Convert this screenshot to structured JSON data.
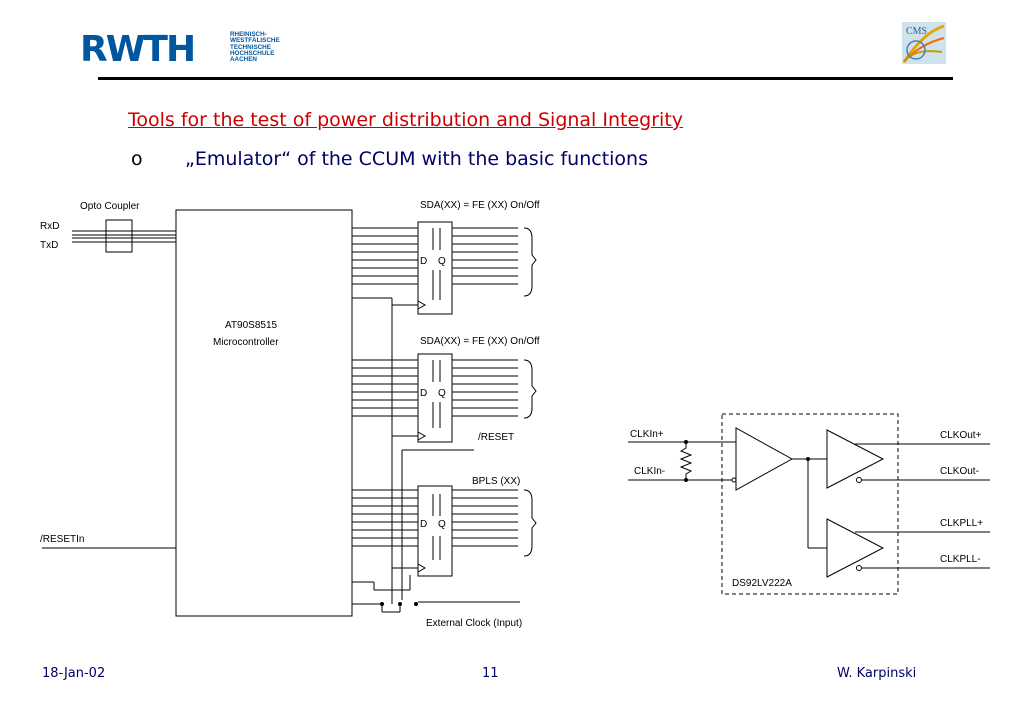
{
  "header": {
    "logo_letters": "RWTH",
    "logo_sub_lines": [
      "RHEINISCH-",
      "WESTFÄLISCHE",
      "TECHNISCHE",
      "HOCHSCHULE",
      "AACHEN"
    ],
    "cms_logo_text": "CMS"
  },
  "slide": {
    "title": "Tools for the test of power distribution and Signal Integrity",
    "bullet_marker": "o",
    "bullet_text": "„Emulator“ of the CCUM with the basic functions"
  },
  "diagram": {
    "opto_coupler": "Opto Coupler",
    "rxd": "RxD",
    "txd": "TxD",
    "mcu_line1": "AT90S8515",
    "mcu_line2": "Microcontroller",
    "reset_in": "/RESETIn",
    "sda_label_1": "SDA(XX) = FE (XX) On/Off",
    "sda_label_2": "SDA(XX) = FE (XX) On/Off",
    "reset_label": "/RESET",
    "bpls_label": "BPLS (XX)",
    "ext_clock": "External Clock (Input)",
    "d": "D",
    "q": "Q",
    "clkin_p": "CLKIn+",
    "clkin_n": "CLKIn-",
    "clkout_p": "CLKOut+",
    "clkout_n": "CLKOut-",
    "clkpll_p": "CLKPLL+",
    "clkpll_n": "CLKPLL-",
    "chip_name": "DS92LV222A"
  },
  "footer": {
    "date": "18-Jan-02",
    "page": "11",
    "author": "W. Karpinski"
  },
  "colors": {
    "title_red": "#cc0000",
    "text_navy": "#000066",
    "logo_blue": "#00569f"
  }
}
